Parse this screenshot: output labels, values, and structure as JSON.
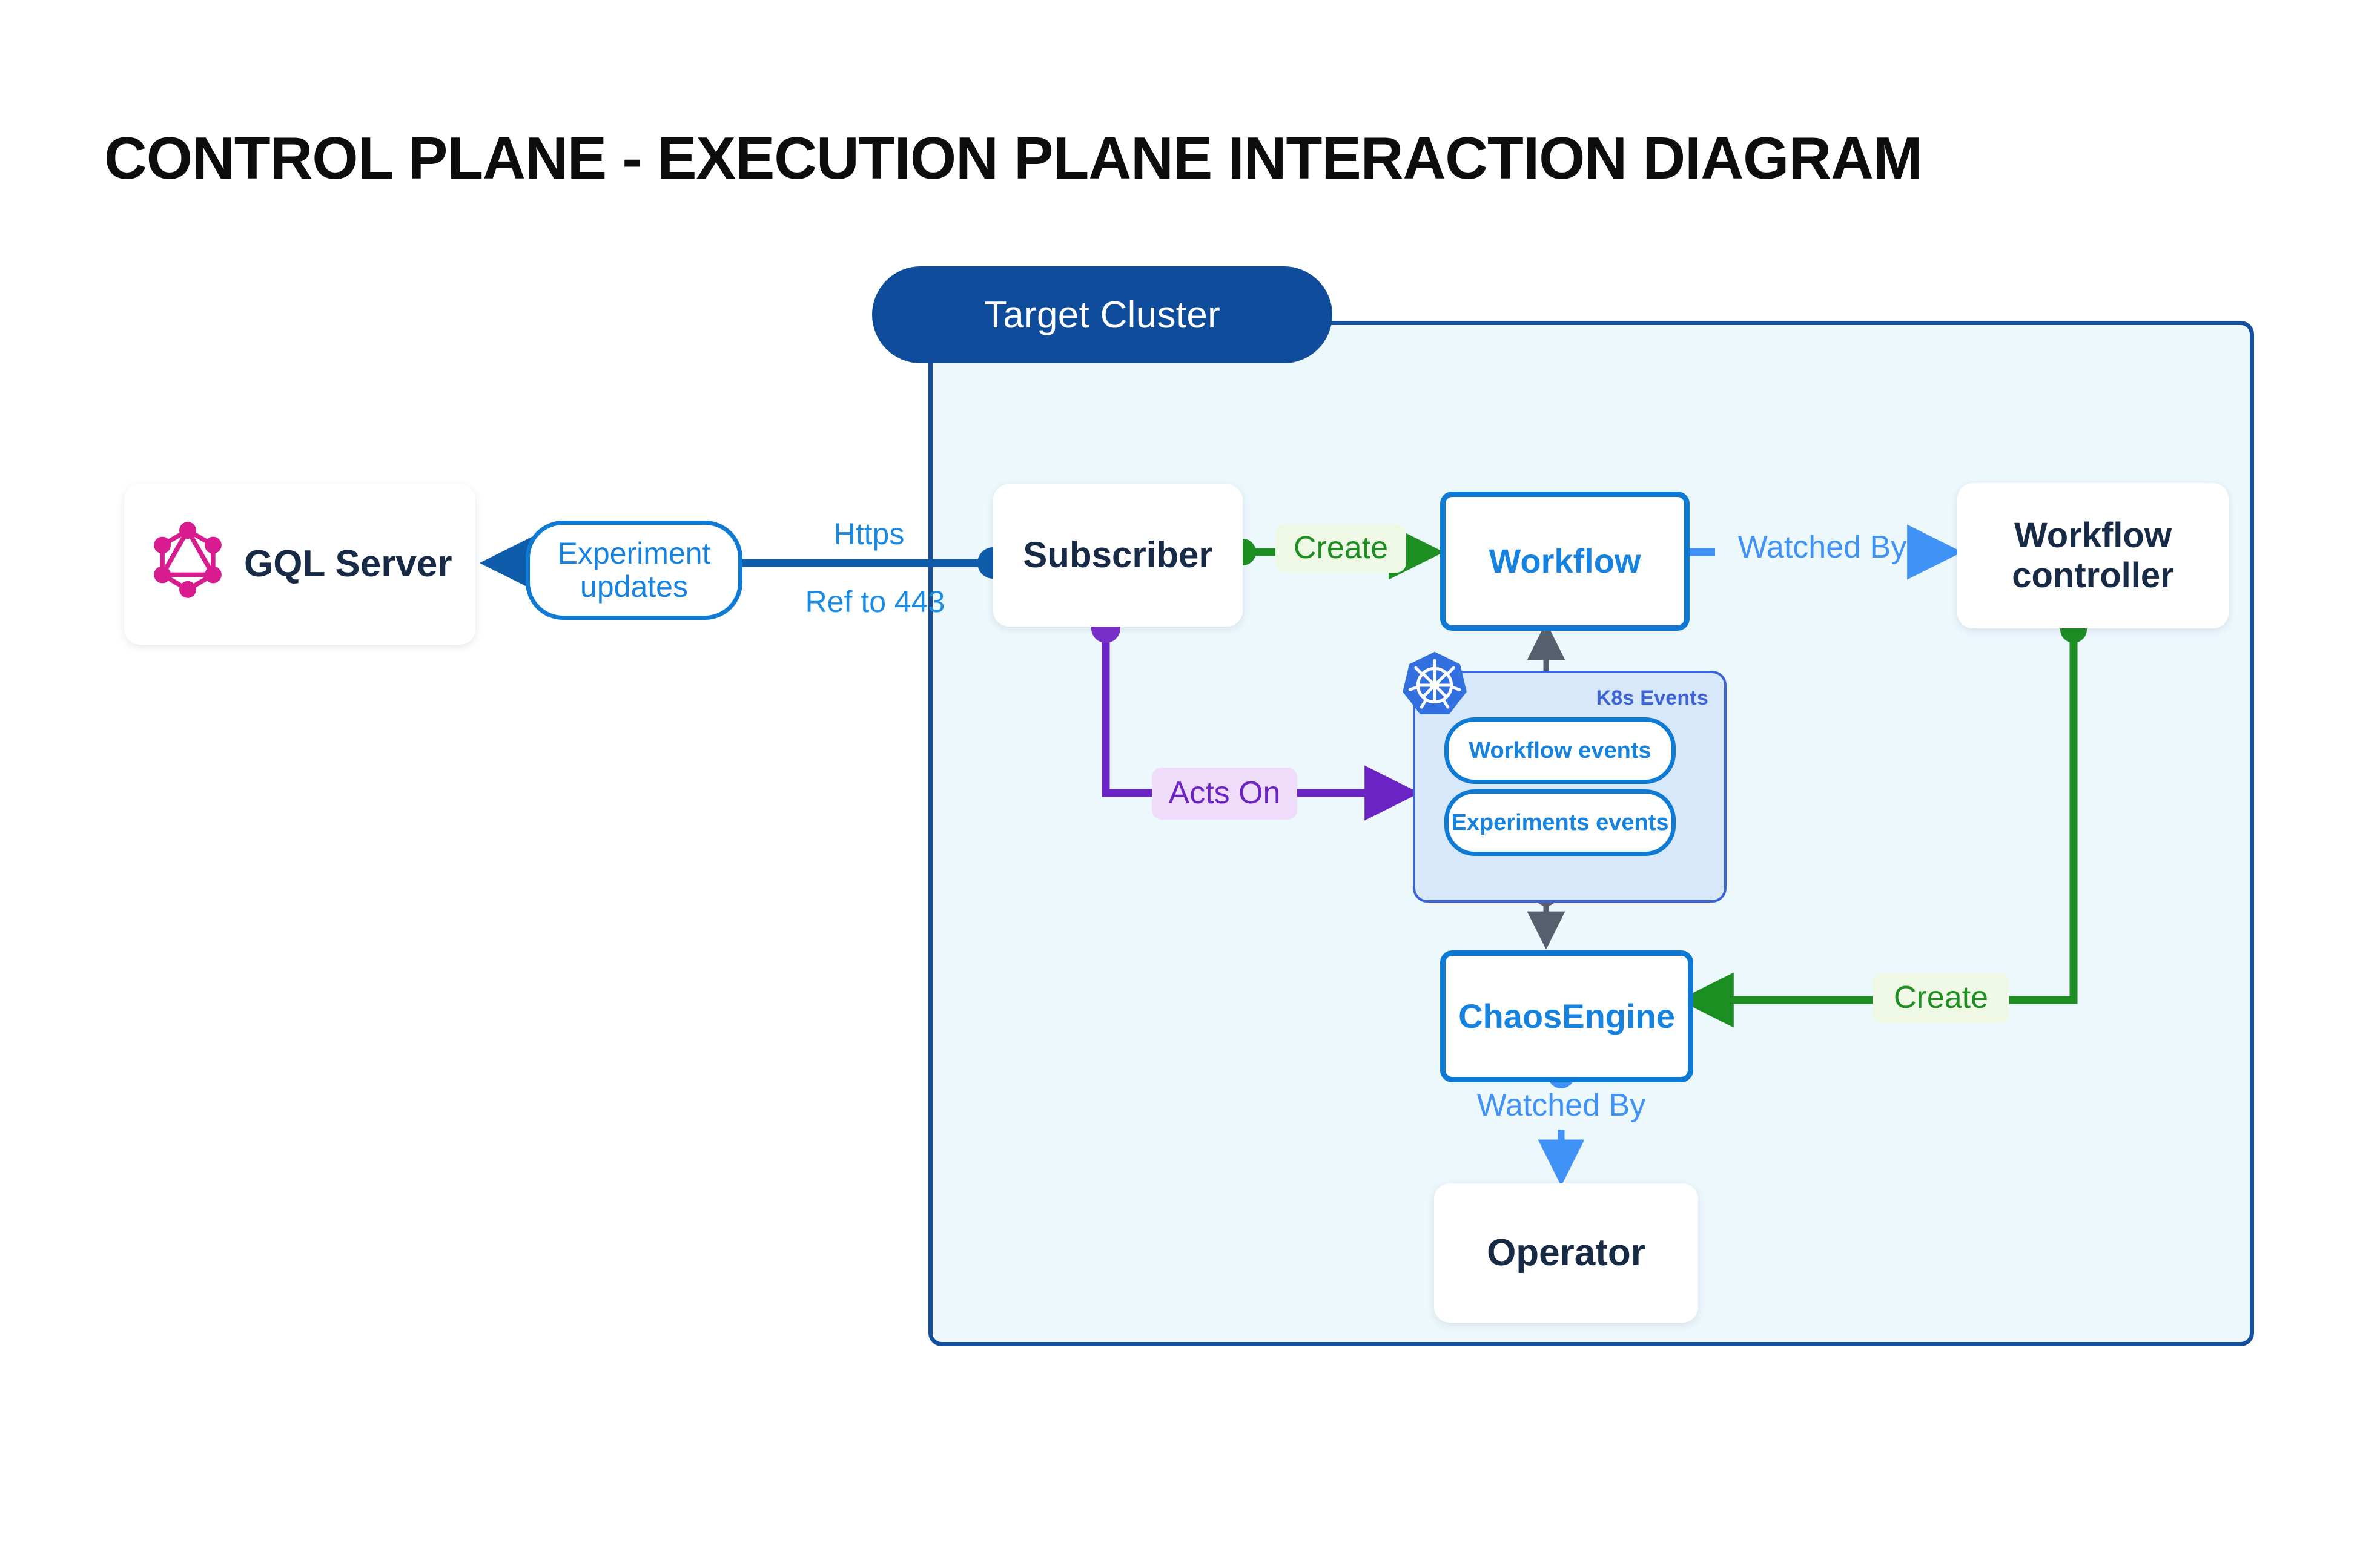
{
  "page": {
    "title": "CONTROL PLANE - EXECUTION PLANE INTERACTION DIAGRAM"
  },
  "cluster": {
    "title": "Target Cluster",
    "border_color": "#14509e",
    "fill_color": "#edf8fd",
    "title_bg": "#0f4c9b"
  },
  "nodes": {
    "gql_server": {
      "label": "GQL Server",
      "icon": "graphql-logo-icon",
      "icon_color": "#d81b8f"
    },
    "subscriber": {
      "label": "Subscriber"
    },
    "workflow": {
      "label": "Workflow"
    },
    "workflow_controller": {
      "label": "Workflow\ncontroller",
      "line1": "Workflow",
      "line2": "controller"
    },
    "chaos_engine": {
      "label": "ChaosEngine"
    },
    "operator": {
      "label": "Operator"
    }
  },
  "k8s_group": {
    "label": "K8s Events",
    "icon": "kubernetes-logo-icon",
    "icon_color": "#3370df",
    "pills": [
      {
        "label": "Workflow events"
      },
      {
        "label": "Experiments events"
      }
    ]
  },
  "edge_labels": {
    "experiment_updates_line1": "Experiment",
    "experiment_updates_line2": "updates",
    "https": "Https",
    "ref_to_443": "Ref to 443",
    "create_subscriber_workflow": "Create",
    "watched_by_workflow": "Watched By",
    "acts_on": "Acts On",
    "create_controller_chaosengine": "Create",
    "watched_by_operator": "Watched By"
  },
  "colors": {
    "dark_blue": "#14509e",
    "blue": "#0f7ad4",
    "light_blue": "#4092f7",
    "green": "#1d8f22",
    "purple": "#6b23c4",
    "gray": "#555f6e",
    "navy_text": "#172a46",
    "pink": "#d81b8f"
  }
}
